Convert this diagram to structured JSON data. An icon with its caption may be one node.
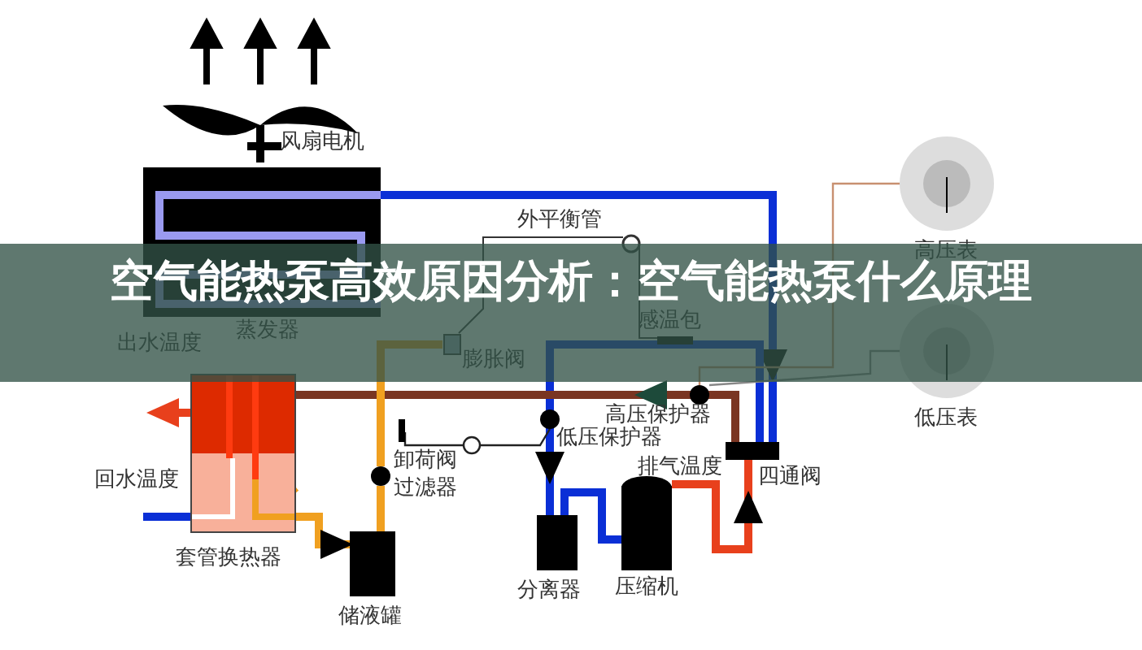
{
  "diagram": {
    "title": "空气能热泵高效原因分析：空气能热泵什么原理",
    "nodes": [
      {
        "text": [
          "风扇电机"
        ]
      },
      {
        "text": [
          "蒸发器"
        ]
      },
      {
        "text": [
          "四通阀"
        ]
      },
      {
        "text": [
          "膨胀阀"
        ]
      },
      {
        "text": [
          "感温包"
        ]
      },
      {
        "text": [
          "高压保护器"
        ]
      },
      {
        "text": [
          "低压保护器"
        ]
      },
      {
        "text": [
          "套管换热器"
        ]
      },
      {
        "text": [
          "储液罐"
        ]
      },
      {
        "text": [
          "卸荷阀"
        ]
      },
      {
        "text": [
          "过滤器"
        ]
      },
      {
        "text": [
          "分离器"
        ]
      },
      {
        "text": [
          "压缩机"
        ]
      },
      {
        "text": [
          "高压表"
        ]
      },
      {
        "text": [
          "低压表"
        ]
      }
    ],
    "edges": [
      {
        "from": 1,
        "to": 2,
        "arrow": "to",
        "color": "#0a2fd6"
      },
      {
        "from": 2,
        "to": 11,
        "arrow": "to",
        "color": "#0a2fd6"
      },
      {
        "from": 11,
        "to": 12,
        "arrow": "none",
        "color": "#0a2fd6"
      },
      {
        "from": 12,
        "to": 2,
        "arrow": "to",
        "color": "#e8401c"
      },
      {
        "from": 2,
        "to": 7,
        "arrow": "to",
        "color": "#7a3522"
      },
      {
        "from": 7,
        "to": 8,
        "arrow": "to",
        "color": "#f0a020"
      },
      {
        "from": 8,
        "to": 10,
        "arrow": "none",
        "color": "#f0a020"
      },
      {
        "from": 10,
        "to": 3,
        "arrow": "none",
        "color": "#f0a020"
      },
      {
        "from": 7,
        "to": null,
        "arrow": "to",
        "color": "#e8401c"
      },
      {
        "from": null,
        "to": 7,
        "arrow": "none",
        "color": "#0a2fd6"
      },
      {
        "from": 9,
        "to": 6,
        "arrow": "none",
        "color": "#222222"
      },
      {
        "from": 13,
        "to": 5,
        "arrow": "none",
        "color": "#c89070"
      },
      {
        "from": 14,
        "to": 5,
        "arrow": "none",
        "color": "#888888"
      }
    ],
    "labels": [
      "外平衡管",
      "出水温度",
      "回水温度",
      "排气温度"
    ]
  }
}
